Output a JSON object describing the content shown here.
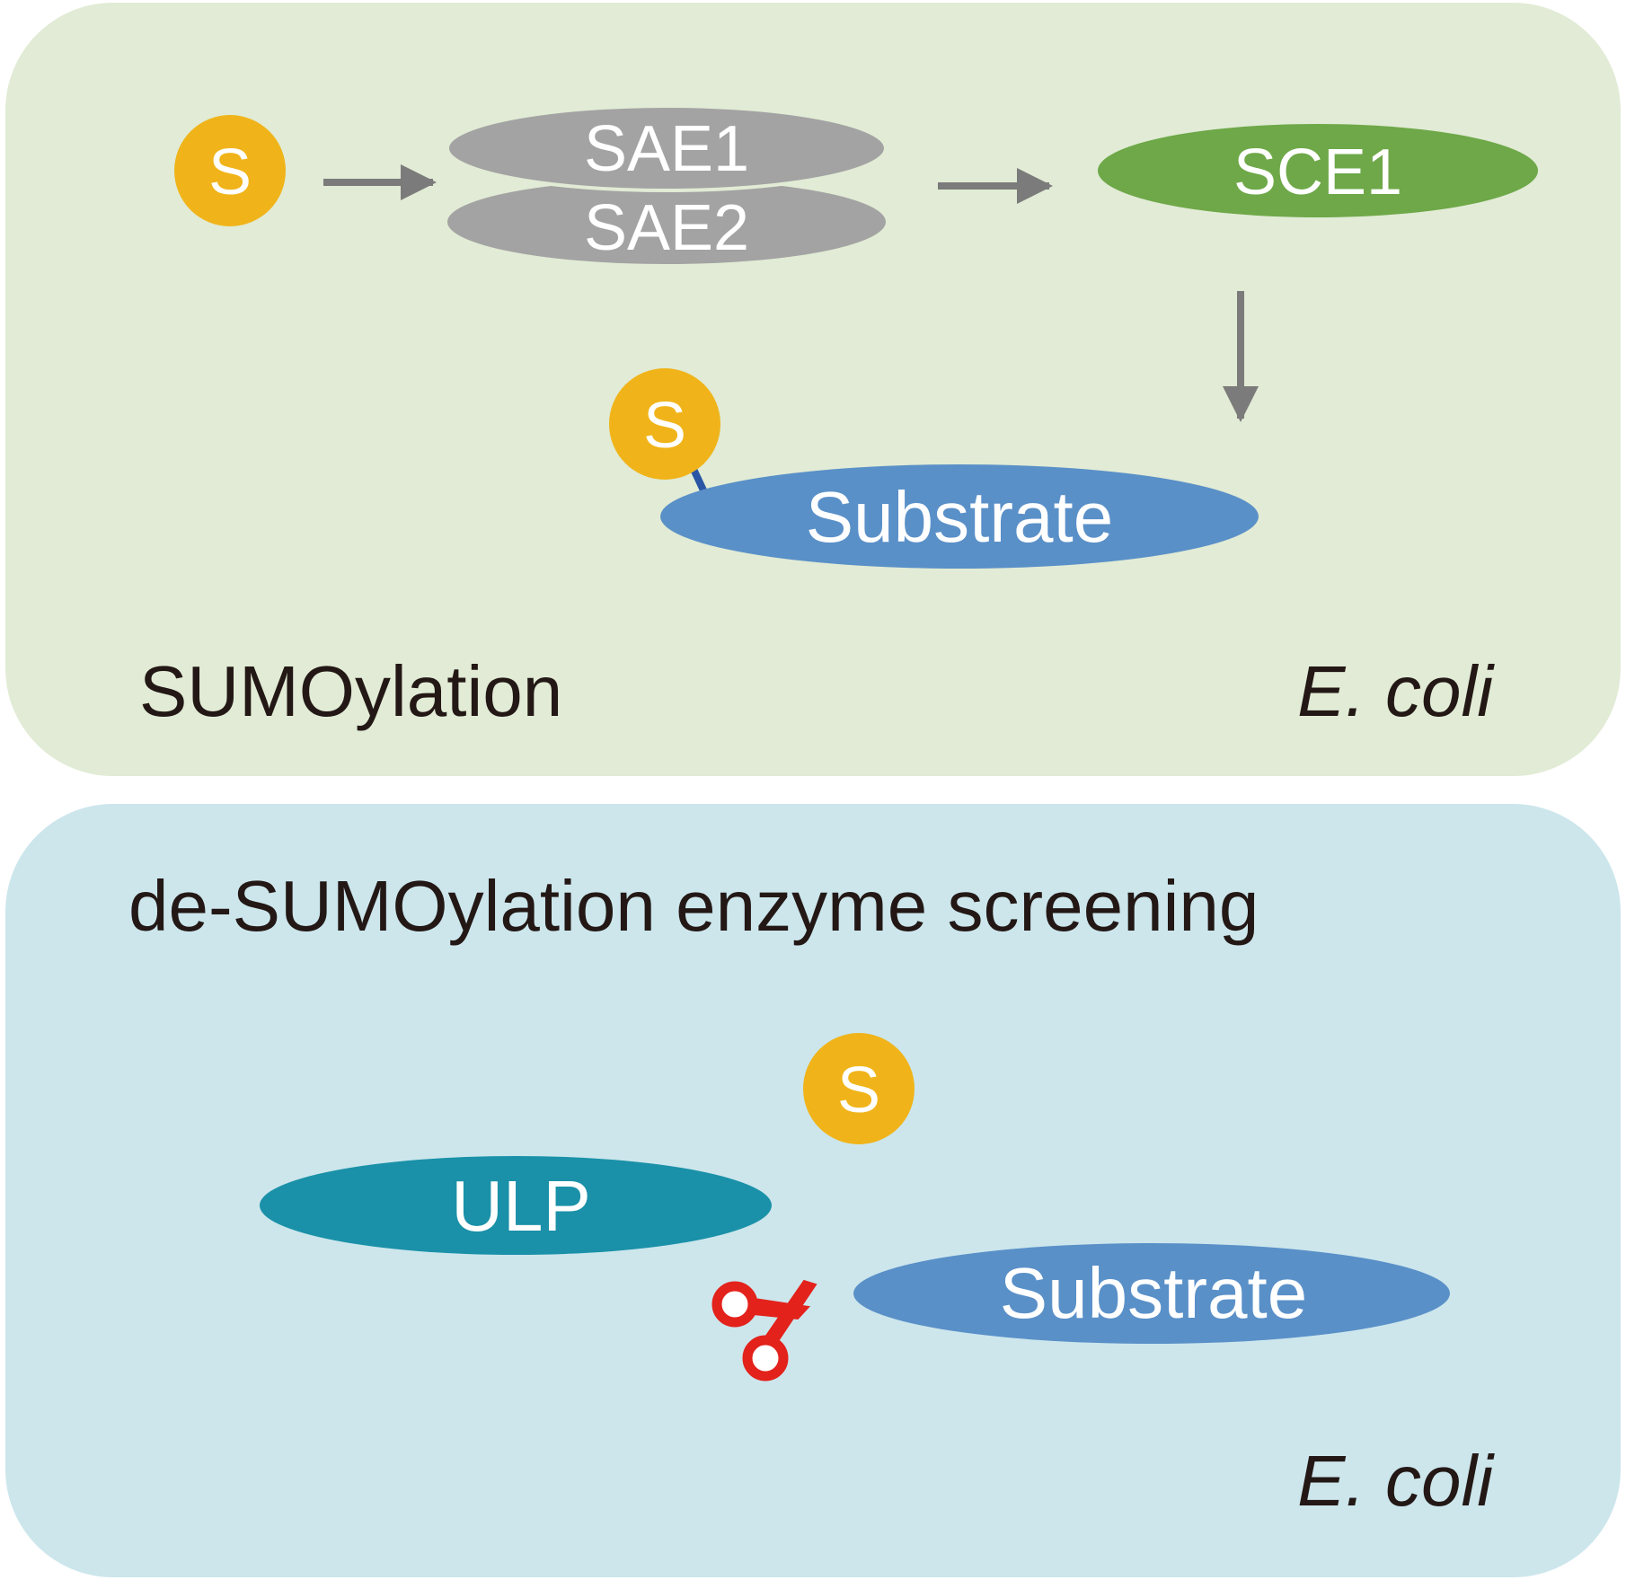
{
  "colors": {
    "panel_top": "#e1ebd5",
    "panel_bottom": "#cce6ec",
    "sumo": "#f0b41a",
    "sae": "#a3a3a3",
    "sce": "#6ea848",
    "substrate": "#5a90c8",
    "ulp": "#1a91a8",
    "arrow": "#7b7b7b",
    "linker": "#2a55a5",
    "scissors": "#e3221c",
    "text_dark": "#231815"
  },
  "sumoylation": {
    "title": "SUMOylation",
    "host": "E. coli",
    "sumo_label": "S",
    "sae1_label": "SAE1",
    "sae2_label": "SAE2",
    "sce1_label": "SCE1",
    "conjugated_sumo_label": "S",
    "substrate_label": "Substrate"
  },
  "desumoylation": {
    "title": "de-SUMOylation enzyme screening",
    "host": "E. coli",
    "sumo_label": "S",
    "ulp_label": "ULP",
    "substrate_label": "Substrate",
    "scissors_icon": "scissors-icon"
  }
}
